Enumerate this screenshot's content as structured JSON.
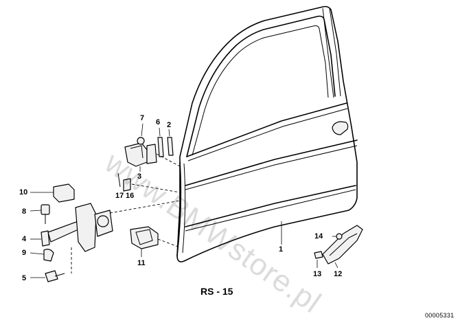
{
  "diagram": {
    "caption": "RS - 15",
    "doc_number": "00005331",
    "watermark": "www.BMWstore.pl",
    "callouts": [
      "1",
      "2",
      "3",
      "4",
      "5",
      "6",
      "7",
      "8",
      "9",
      "10",
      "11",
      "12",
      "13",
      "14",
      "16",
      "17"
    ]
  }
}
